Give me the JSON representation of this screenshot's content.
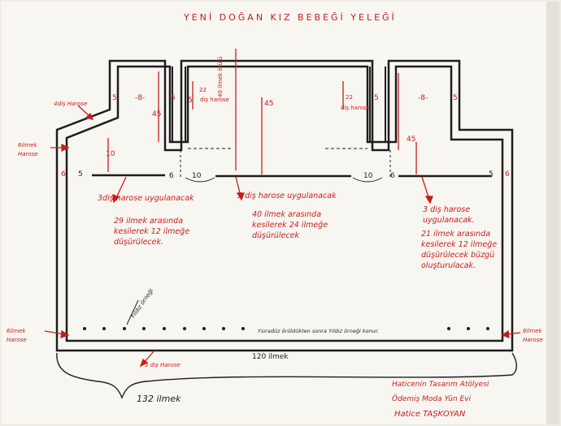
{
  "title": "YENİ DOĞAN KIZ BEBEĞİ YELEĞİ",
  "dims": {
    "d5_ll": "5",
    "d8_l": "-8-",
    "d5_lr": "5",
    "d45_l": "45",
    "d5_cl": "5",
    "d22_l": "22",
    "dis_harose_l": "diş harose",
    "d40_vert": "40 ilmek örülü",
    "d45_c": "45",
    "d22_r": "22",
    "dis_harose_r": "diş harose",
    "d5_rl": "5",
    "d8_r": "-8-",
    "d5_rr": "5",
    "d45_r": "45",
    "d10_l": "10",
    "d6_l": "6",
    "d5_bl": "5",
    "d6_inner_l": "6",
    "d10_cl": "10",
    "d10_cr": "10",
    "d6_inner_r": "6",
    "d5_br": "5",
    "d6_r": "6"
  },
  "side_labels": {
    "top_left": "4diş Harose",
    "left_mid_1": "6ilmek",
    "left_mid_2": "Harose",
    "left_bot_1": "6ilmek",
    "left_bot_2": "Harose",
    "right_bot_1": "6ilmek",
    "right_bot_2": "Harose"
  },
  "notes": {
    "left_head": "3diş harose uygulanacak",
    "left_body": "29 ilmek arasında kesilerek 12 ilmeğe düşürülecek.",
    "center_head": "3 diş harose uygulanacak",
    "center_body": "40 ilmek arasında kesilerek 24 ilmeğe düşürülecek",
    "right_head": "3 diş harose uygulanacak.",
    "right_body": "21 ilmek arasında kesilerek 12 ilmeğe düşürülecek büzgü oluşturulacak."
  },
  "pattern": {
    "star_label": "Yıldız örneği",
    "row_note": "Ysıradüz örüldükten sonra Yıldız örneği konur."
  },
  "bottom": {
    "harose_label": "3 diş Harose",
    "width_inner": "120 ilmek",
    "width_total": "132 ilmek"
  },
  "signature": {
    "line1": "Haticenin Tasarım Atölyesi",
    "line2": "Ödemiş Moda Yün Evi",
    "line3": "Hatice TAŞKOYAN"
  },
  "colors": {
    "paper": "#f8f6f1",
    "ink_red": "#c81c1c",
    "ink_black": "#1d1d1d"
  }
}
